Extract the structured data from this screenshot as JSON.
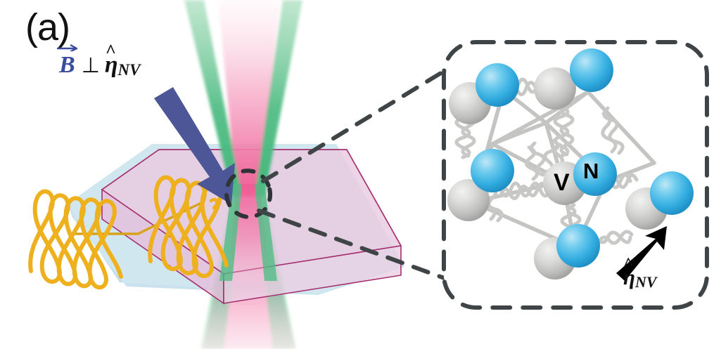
{
  "figure": {
    "panel_label": "(a)",
    "type": "schematic-diagram",
    "subject": "NV-center diamond magnetometry setup with lattice inset"
  },
  "annotations": {
    "field_condition": {
      "vector_symbol": "B",
      "perpendicular_symbol": "⊥",
      "axis_symbol": "η",
      "axis_subscript": "NV",
      "full_text": "B ⊥ η_NV"
    },
    "inset_axis": {
      "symbol": "η",
      "subscript": "NV"
    }
  },
  "inset": {
    "atom_labels": {
      "vacancy": "V",
      "nitrogen": "N"
    },
    "border_style": "dashed-rounded-rect"
  },
  "colors": {
    "b_arrow_text": "#3b4b9e",
    "magnet_arrow": "#4d5696",
    "diamond_slab_fill": "#e9c9e0",
    "diamond_slab_edge": "#a5306f",
    "substrate_halo": "#cfe6ef",
    "laser_green": "#5fc08a",
    "laser_pink": "#ef5b93",
    "microwave_coil": "#efb01e",
    "nitrogen_sphere": "#2ea8dc",
    "carbon_sphere": "#c9c9c7",
    "spring": "#c4c4c2",
    "dashed_line": "#3f4447",
    "text": "#111111"
  },
  "elements": {
    "green_beam": "excitation-laser-beam",
    "pink_beam": "fluorescence-emission-beam",
    "blue_arrow": "magnetic-field-arrow",
    "yellow_coil": "microwave-antenna-wave",
    "dashed_circle": "focal-volume-marker",
    "leader_lines": "inset-callout-lines"
  }
}
